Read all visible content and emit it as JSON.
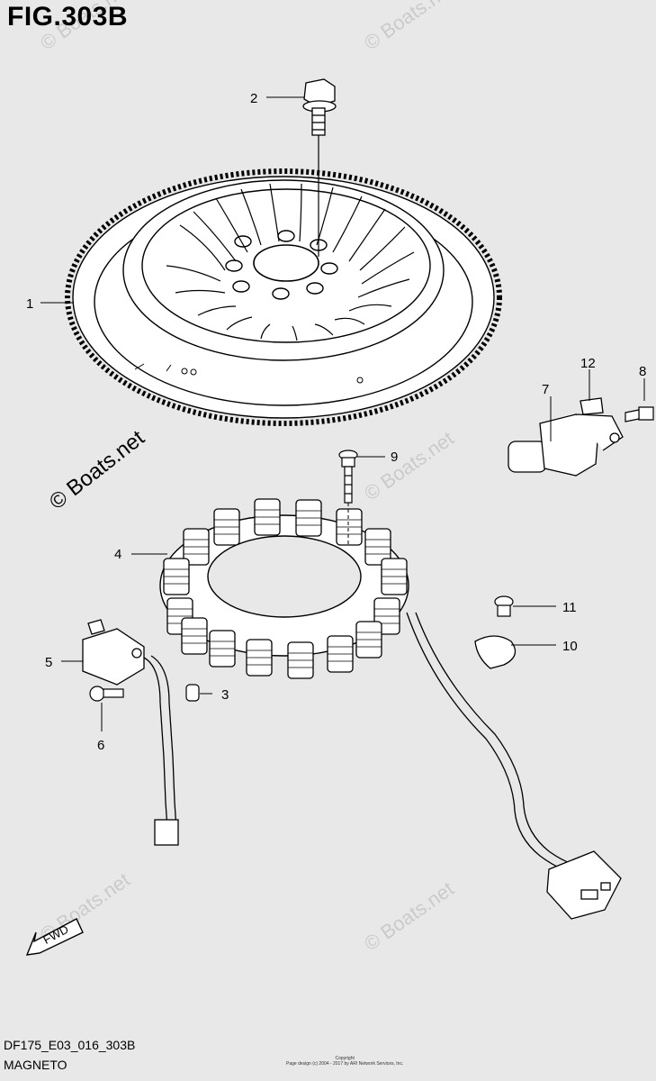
{
  "figure": {
    "title": "FIG.303B",
    "code": "DF175_E03_016_303B",
    "name": "MAGNETO"
  },
  "callouts": [
    "1",
    "2",
    "3",
    "4",
    "5",
    "6",
    "7",
    "8",
    "9",
    "10",
    "11",
    "12"
  ],
  "fwd_label": "FWD",
  "watermark": "© Boats.net",
  "copyright": [
    "Copyright",
    "Page design (c) 2004 - 2017 by ARI Network Services, Inc."
  ],
  "colors": {
    "background": "#e8e8e8",
    "line": "#000000"
  }
}
